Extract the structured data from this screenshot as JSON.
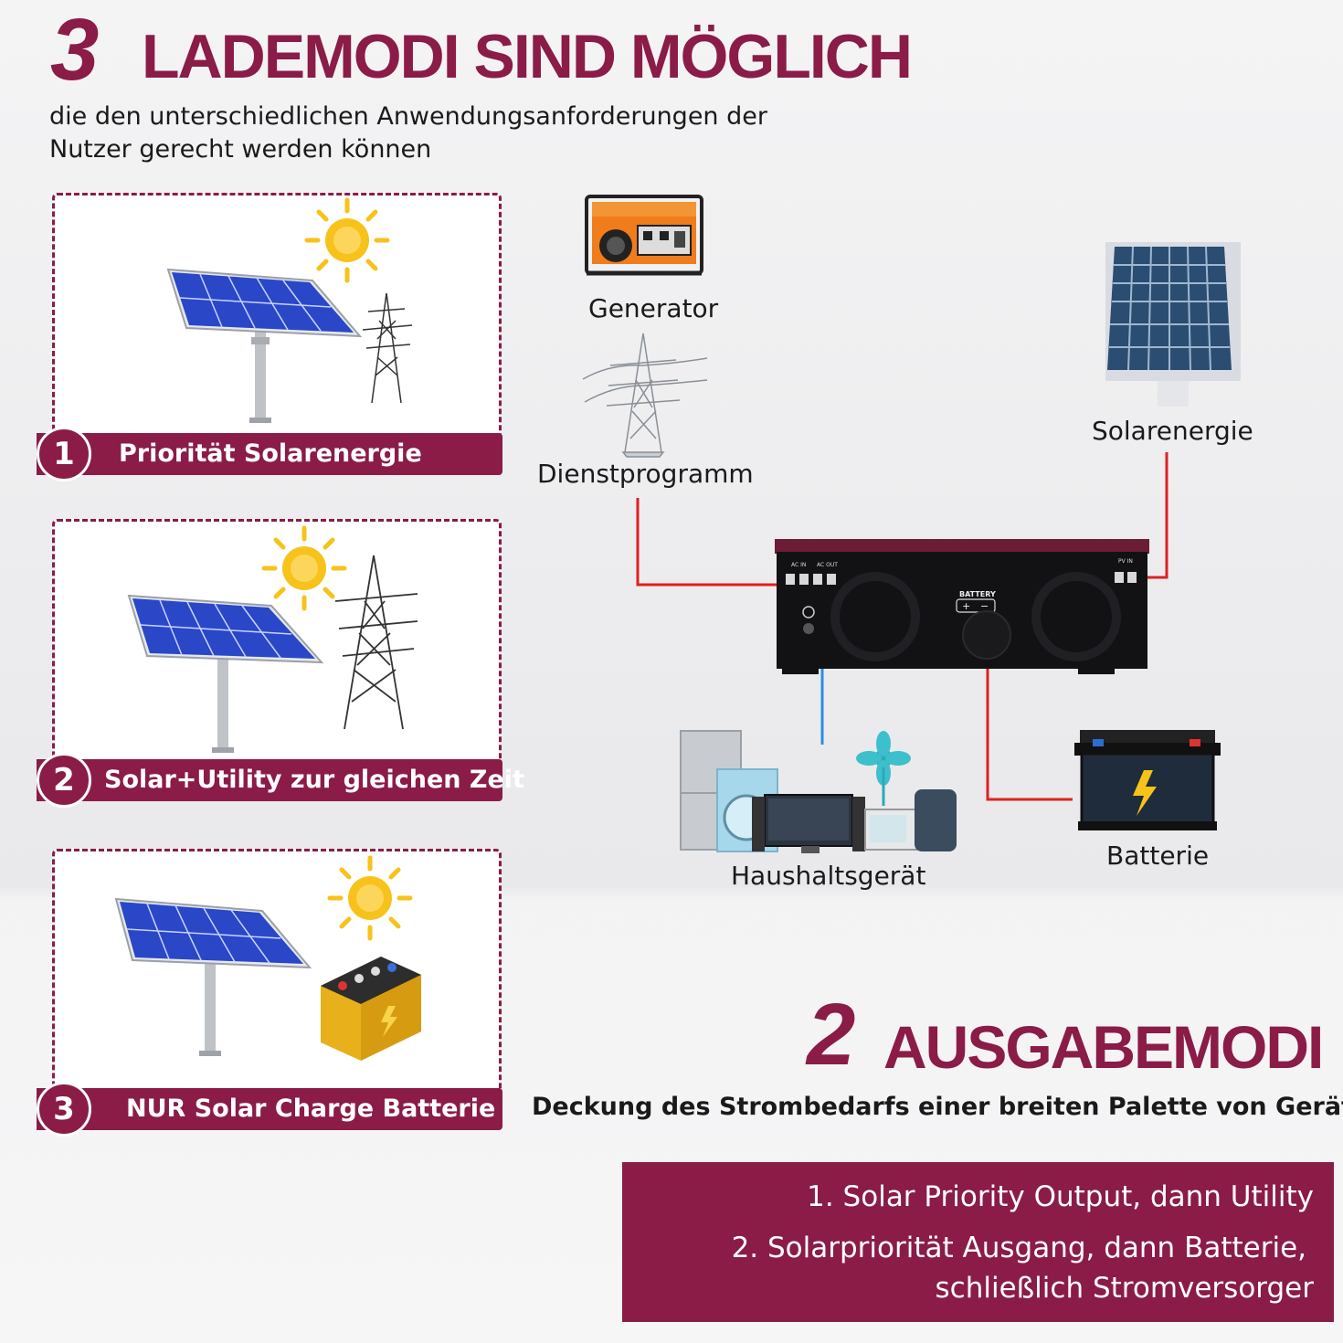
{
  "header": {
    "number": "3",
    "title": "LADEMODI SIND MÖGLICH",
    "subtitle_line1": "die den unterschiedlichen Anwendungsanforderungen der",
    "subtitle_line2": "Nutzer gerecht werden können"
  },
  "charge_modes": [
    {
      "number": "1",
      "label": "Priorität Solarenergie"
    },
    {
      "number": "2",
      "label": "Solar+Utility zur gleichen Zeit"
    },
    {
      "number": "3",
      "label": "NUR Solar Charge Batterie"
    }
  ],
  "diagram": {
    "generator": "Generator",
    "utility": "Dienstprogramm",
    "solar": "Solarenergie",
    "appliances": "Haushaltsgerät",
    "battery": "Batterie",
    "inverter_battery_label": "BATTERY",
    "inverter_ac_in_label": "AC IN",
    "inverter_ac_out_label": "AC OUT",
    "inverter_pv_in_label": "PV IN"
  },
  "output": {
    "number": "2",
    "title": "AUSGABEMODI",
    "subtitle": "Deckung des Strombedarfs einer breiten Palette von Geräten",
    "mode1": "1. Solar Priority Output, dann Utility",
    "mode2_line1": "2. Solarpriorität Ausgang, dann Batterie,",
    "mode2_line2": "schließlich Stromversorger"
  },
  "colors": {
    "brand": "#8a1c47",
    "wire_red": "#e02020",
    "wire_blue": "#2b8fe0",
    "panel_blue": "#2a47c8",
    "sun_yellow": "#f7c21a"
  }
}
